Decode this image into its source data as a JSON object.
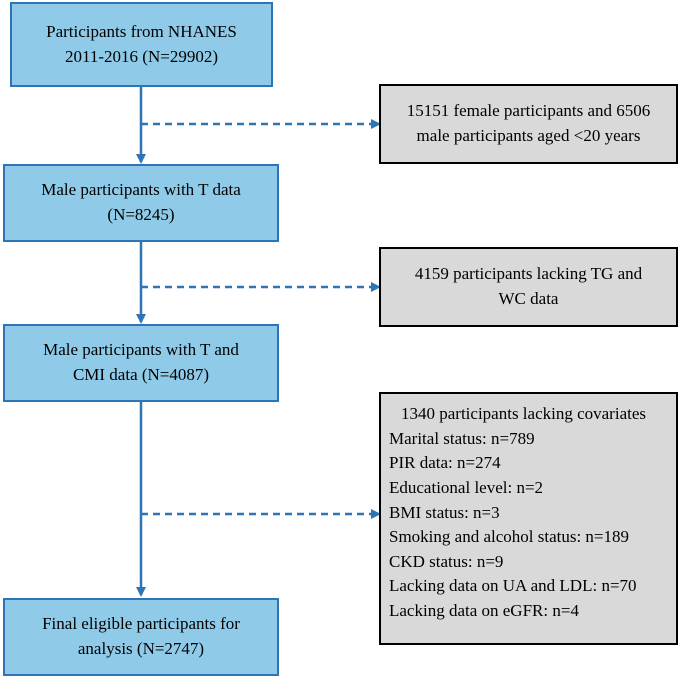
{
  "flowchart": {
    "main_steps": [
      {
        "id": "step1",
        "lines": [
          "Participants from NHANES",
          "2011-2016 (N=29902)"
        ]
      },
      {
        "id": "step2",
        "lines": [
          "Male participants with T data",
          "(N=8245)"
        ]
      },
      {
        "id": "step3",
        "lines": [
          "Male participants with T and",
          "CMI data (N=4087)"
        ]
      },
      {
        "id": "step4",
        "lines": [
          "Final eligible participants for",
          "analysis (N=2747)"
        ]
      }
    ],
    "exclusions": [
      {
        "id": "excl1",
        "lines": [
          "15151 female participants and 6506",
          "male participants aged <20 years"
        ]
      },
      {
        "id": "excl2",
        "lines": [
          "4159 participants lacking TG and",
          "WC data"
        ]
      },
      {
        "id": "excl3",
        "heading": "1340 participants lacking covariates",
        "items": [
          "Marital status: n=789",
          "PIR data: n=274",
          "Educational level: n=2",
          "BMI status: n=3",
          "Smoking and alcohol status: n=189",
          "CKD status: n=9",
          "Lacking data on UA and LDL: n=70",
          "Lacking data on eGFR: n=4"
        ]
      }
    ],
    "colors": {
      "main_fill": "#8fcbe8",
      "main_border": "#2e75b6",
      "side_fill": "#d9d9d9",
      "side_border": "#000000",
      "arrow": "#2e75b6"
    }
  }
}
